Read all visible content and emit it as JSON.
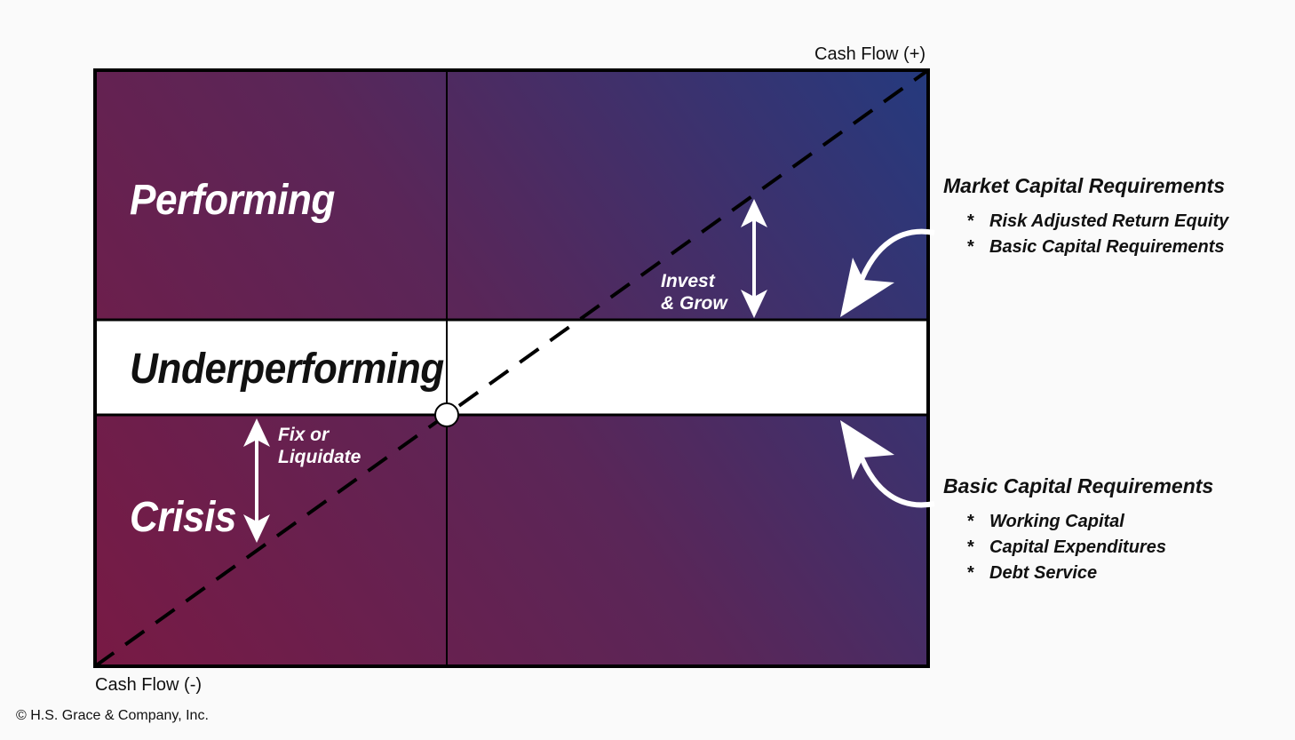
{
  "axes": {
    "top_right_label": "Cash Flow (+)",
    "bottom_left_label": "Cash Flow (-)"
  },
  "zones": {
    "performing": "Performing",
    "underperforming": "Underperforming",
    "crisis": "Crisis"
  },
  "actions": {
    "invest_grow": [
      "Invest",
      "& Grow"
    ],
    "fix_liquidate": [
      "Fix or",
      "Liquidate"
    ]
  },
  "market_capital": {
    "title": "Market Capital Requirements",
    "bullet": "*",
    "items": [
      "Risk Adjusted Return Equity",
      "Basic Capital Requirements"
    ]
  },
  "basic_capital": {
    "title": "Basic Capital Requirements",
    "bullet": "*",
    "items": [
      "Working Capital",
      "Capital Expenditures",
      "Debt Service"
    ]
  },
  "colors": {
    "gradient_bottom_left": "#781a44",
    "gradient_mid": "#5a2658",
    "gradient_top_right": "#253a7e",
    "band": "#ffffff",
    "border": "#000000",
    "arrow": "#ffffff"
  },
  "copyright": "© H.S. Grace & Company, Inc."
}
